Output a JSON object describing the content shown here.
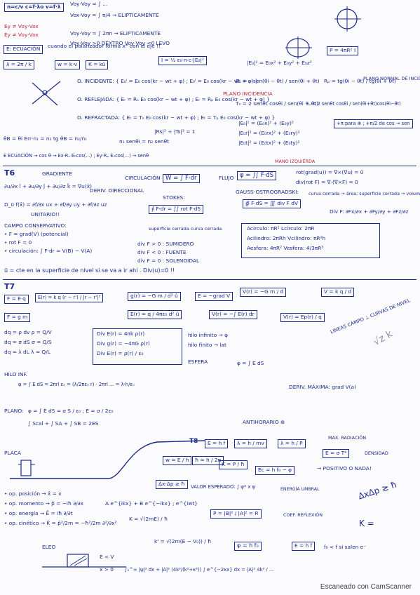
{
  "t5": {
    "top_lines": [
      "n=c/v  c=f·λo  v=f·λ",
      "Voy·Voy = ∫ ... ",
      "Vox·Voy = ∫ π/4 → ELIPTICAMENTE",
      "Voy·Voy = ∫ 2πn → ELIPTICAMENTE",
      "Voy·Voy >0 DEXTRO   Voy·Voy <0 LEVO"
    ],
    "red_notes": [
      "Ey ≠ Voy·Vox",
      "Ey ≠ Voy·Vox"
    ],
    "ecuaciones_label": "E: ECUACIÓN",
    "ecuaciones_text": "cuando el polarizador forma x° con el eje !!",
    "lambda_box": "λ = 2π / k",
    "wk_box": "w = k·v",
    "kvec_box": "K = kû",
    "intensity_box": "I = ½ ε₀·n·c·|E₀|²",
    "power_box": "P = 4πR² I",
    "modulus_line": "|E₀|² = E₀x² + E₀y² + E₀z²",
    "incidente": "O. INCIDENTE: { E₀ⁱ = E₀ cos(kr − wt + φ) ; E₀ⁱ = E₀ cos(kr − wt + φ) }",
    "reflejada": "O. REFLEJADA: { Eᵣ = Rₛ E₀ cos(kr − wt + φ) ; Eᵣ = Rₚ E₀ cos(kr − wt + φ) }",
    "refractada": "O. REFRACTADA: { Eₜ = Tₛ E₀ cos(kr − wt + φ) ; Eₜ = Tₚ E₀ cos(kr − wt + φ) }",
    "fresnel_rs": "Rₛ = −sen(θi − θt) / sen(θi + θt)",
    "fresnel_rp": "Rₚ = tg(θi − θt) / tg(θi + θt)",
    "fresnel_ts": "Tₛ = 2 senθt cosθi / sen(θi + θt)",
    "fresnel_tp": "Tₚ = 2 senθt cosθi / sen(θi+θt)cos(θi−θt)",
    "plano_normal": "PLANO NORMAL DE INCIDENCIA",
    "plano_incidencia": "PLANO INCIDENCIA",
    "brewster": "θB = θi  Err·n₁ = n₂   tg θB = n₂/n₁",
    "snell": "n₁ senθi = n₂ senθt",
    "sum_lines": [
      "|E₀|² = (E₀x)² + (E₀y)²",
      "|E₀r|² = (E₀rx)² + (E₀ry)²",
      "|E₀t|² = (E₀tx)² + (E₀ty)²"
    ],
    "r_t_sum": "|Rs|² + |Ts|² = 1",
    "cos_sen_note": "+π para ⊕ ; +π/2 de cos → sen",
    "ecuaciones_cos": "E ECUACIÓN  → cos θ → Ex·Rₛ E₀cos(...) ; Ey·Rₚ E₀cos(...) → senθ"
  },
  "t6": {
    "title": "T6",
    "gradiente_label": "GRADIENTE",
    "gradiente": "∂u/∂x î + ∂u/∂y ĵ + ∂u/∂z k̂ = ∇u(x̄)",
    "deriv_dir": "D_ū f(x̄) = ∂f/∂x ux + ∂f/∂y uy + ∂f/∂z uz",
    "deriv_dir_label": "DERIV. DIRECCIONAL",
    "unitario": "UNITARIO!!",
    "circulacion_label": "CIRCULACIÓN",
    "circulacion": "W = ∫ F·dr",
    "flujo_label": "FLUJO",
    "flujo": "φ = ∫∫ F·dS",
    "mano_izq": "MANO IZQUIERDA",
    "rot_grad": "rot(grad(u)) = ∇×(∇u) = 0",
    "div_rot": "div(rot F) = ∇·(∇×F) = 0",
    "stokes_label": "STOKES:",
    "stokes": "∮ F·dr = ∫∫ rot F·dS",
    "stokes_note": "superficie cerrada curva cerrada",
    "gauss_label": "GAUSS-OSTROGRADSKI:",
    "gauss": "∯ F·dS = ∭ div F dV",
    "gauss_note": "curva cerrada → área; superficie cerrada → volumen",
    "divergencia": "Div F: ∂Fx/∂x + ∂Fy/∂y + ∂Fz/∂z",
    "div_rules": [
      "div F > 0 : SUMIDERO",
      "div F < 0 : FUENTE",
      "div F = 0 : SOLENOIDAL"
    ],
    "campo_cons": "CAMPO CONSERVATIVO:",
    "cons_lines": [
      "• F = grad(V) (potencial)",
      "• rot F = 0",
      "• circulación: ∫ F·dr = V(B) − V(A)"
    ],
    "areas": [
      "Acirculo: πR²   Lcirculo: 2πR",
      "Acilindro: 2πRh   Vcilindro: πR²h",
      "Aesfera: 4πR²   Vesfera: 4/3πR³"
    ],
    "normal_note": "ū = cte en la superficie de nivel si se va a ir ahí . Div(u)=0 !!"
  },
  "t7": {
    "title": "T7",
    "f_eq": "F = E·q",
    "e_field": "E(r) = k q (r − r') / |r − r'|³",
    "g_field": "g(r) = −G m / d² û",
    "e_grad": "E = −grad V",
    "v_pot": "V(r) = −G m / d",
    "v_coulomb": "V = k q / d",
    "f_gm": "F = g m",
    "e_coul": "E(r) = q / 4πε₀ d² û",
    "v_int": "V(r) = −∫ E(r) dr",
    "v_rel": "V(r) = Ep(r) / q",
    "charges": [
      "dq = ρ dv   ρ = Q/V",
      "dq = σ dS   σ = Q/S",
      "dq = λ dL   λ = Q/L"
    ],
    "div_e": [
      "Div E(r) = 4πk ρ(r)",
      "Div g(r) = −4πG ρ(r)",
      "Div E(r) = ρ(r) / ε₀"
    ],
    "hilo_inf": "hilo infinito → φ",
    "hilo_inf2": "hilo finito → lat",
    "esfera": "ESFERA",
    "gauss_int": "φ = ∫ E dS",
    "lineas": "LINEAS CAMPO ⊥ CURVAS DE NIVEL",
    "deriv_max": "DERIV. MÁXIMA: grad V(a)",
    "hilo_label": "HILO INF.",
    "hilo_eq": "φ = ∫ E dS = 2πrl ε₀ = (λ/2πε₀ r) · 2πrl ... = λ·h/ε₀",
    "plano_label": "PLANO:",
    "plano_eq": "φ = ∫ E dS = σ S / ε₀  ;  E = σ / 2ε₀",
    "plano_eq2": "∫ Scal + ∫ SA + ∫ SB = 2ES",
    "antihorario": "ANTIHORARIO ⊕"
  },
  "t8": {
    "title": "T8",
    "e_hf": "E = h f",
    "lambda_hmv": "λ = h / mv",
    "lambda_hp": "λ = h / P",
    "max_rad": "MAX. RADIACIÓN",
    "e_sigma": "E = σ T⁴",
    "densidad": "DENSIDAD",
    "w_e_h": "w = E / h",
    "hbar": "ħ = h / 2π",
    "k_p": "K = P / ħ",
    "ec": "Ec = h f₀ − φ",
    "positivo": "→ POSITIVO O NADA!",
    "umbral": "ENERGÍA UMBRAL",
    "delta": "Δx·Δp ≥ ħ",
    "valor_esp": "VALOR ESPERADO: ∫ ψ* x ψ",
    "placa": "PLACA",
    "operators": [
      "• op. posición → x̂ = x",
      "• op. momento → p̂ = −iħ ∂/∂x",
      "• op. energía → Ê = iħ ∂/∂t",
      "• op. cinético → K̂ = p̂²/2m = −ħ²/2m ∂²/∂x²"
    ],
    "wavefunc": "A e^{ikx} + B e^{−ikx} ; e^{iwt}",
    "k_sqrt": "K = √(2mE) / ħ",
    "k_prime": "k' = √(2m(E − V₀)) / ħ",
    "p_box": "P = |B|² / |A|² = R",
    "coef_refl": "COEF. REFLEXIÓN",
    "h_f0_box": "φ = h f₀",
    "e_hf2": "E = h f",
    "saturacion": "f₀ < f si salen e⁻",
    "eleo": "ELEO",
    "e_less_v": "E < V",
    "x_zero": "x > 0",
    "integral": "∫₀^∞ |ψ|² dx + |A|² (4k²/(k²+κ²)) ∫ e^{−2κx} dx = |A|² 4k² / ...",
    "hand_right": "ΔxΔp ≥ ħ",
    "hand_k": "K =",
    "sign_label": "√z k"
  },
  "footer": "Escaneado con CamScanner"
}
